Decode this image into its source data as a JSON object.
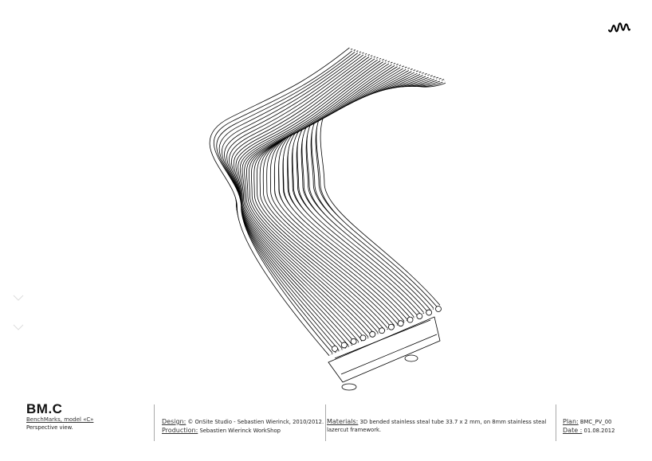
{
  "title": "BM.C",
  "subtitle": "BenchMarks, model «C»",
  "view": "Perspective view.",
  "design": {
    "label": "Design:",
    "value": "© OnSite Studio - Sebastien Wierinck, 2010/2012."
  },
  "production": {
    "label": "Production:",
    "value": "Sebastien Wierinck WorkShop"
  },
  "materials": {
    "label": "Materials:",
    "value": "3D bended stainless steal tube  33.7 x 2 mm, on 8mm stainless steal lazercut framework."
  },
  "plan": {
    "label": "Plan:",
    "value": "BMC_PV_00"
  },
  "date": {
    "label": "Date :",
    "value": "01.08.2012"
  },
  "icons": {
    "logo": "hand-wave-logo",
    "markers": "chevron-down-icon"
  },
  "colors": {
    "line": "#000000",
    "background": "#ffffff"
  }
}
